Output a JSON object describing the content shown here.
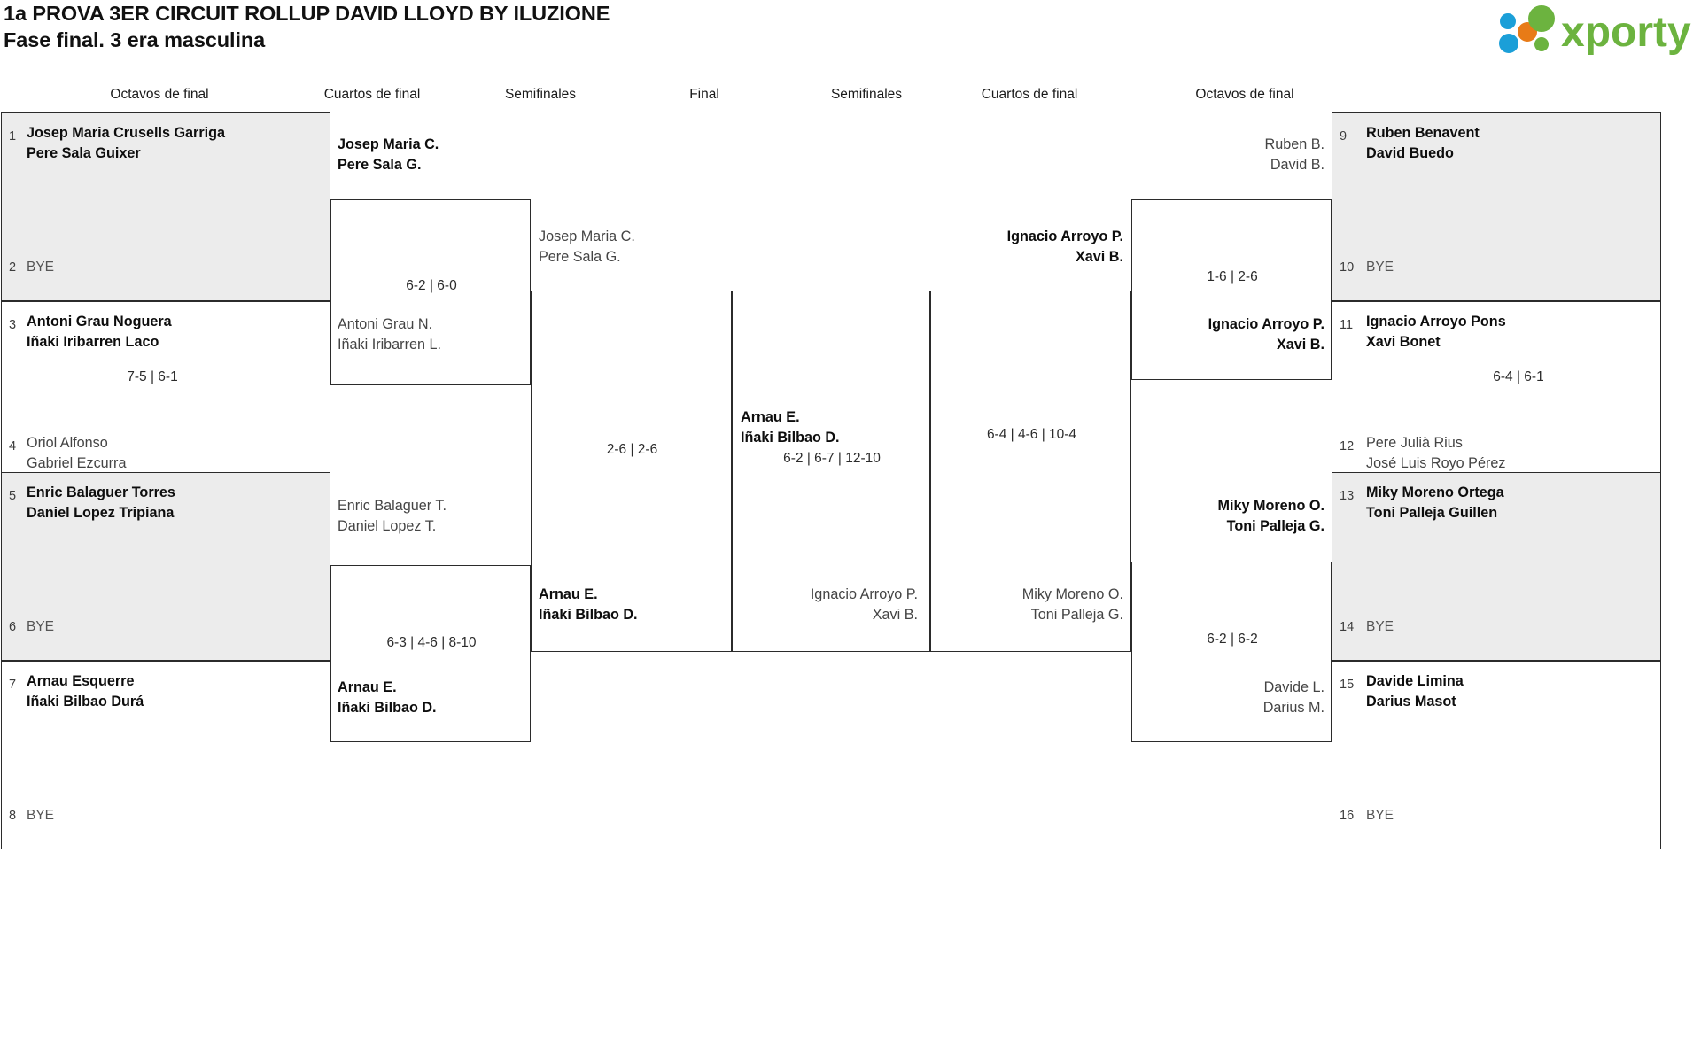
{
  "header": {
    "title_line1": "1a PROVA 3ER CIRCUIT ROLLUP DAVID LLOYD BY ILUZIONE",
    "title_line2": "Fase final. 3 era masculina",
    "logo_text": "xporty",
    "logo_colors": {
      "green": "#6cb33f",
      "blue": "#1b9fd8",
      "orange": "#e87b17"
    }
  },
  "rounds": [
    {
      "label": "Octavos de final"
    },
    {
      "label": "Cuartos de final"
    },
    {
      "label": "Semifinales"
    },
    {
      "label": "Final"
    },
    {
      "label": "Semifinales"
    },
    {
      "label": "Cuartos de final"
    },
    {
      "label": "Octavos de final"
    }
  ],
  "bye_label": "BYE",
  "left": {
    "octavos": [
      {
        "seed": "1",
        "p1": "Josep Maria Crusells Garriga",
        "p2": "Pere Sala Guixer",
        "winner": true,
        "bye": false
      },
      {
        "seed": "2",
        "p1": "BYE",
        "p2": "",
        "winner": false,
        "bye": true
      },
      {
        "seed": "3",
        "p1": "Antoni Grau Noguera",
        "p2": "Iñaki Iribarren Laco",
        "winner": true,
        "bye": false
      },
      {
        "seed": "4",
        "p1": "Oriol Alfonso",
        "p2": "Gabriel Ezcurra",
        "winner": false,
        "bye": false
      },
      {
        "seed": "5",
        "p1": "Enric Balaguer Torres",
        "p2": "Daniel Lopez Tripiana",
        "winner": true,
        "bye": false
      },
      {
        "seed": "6",
        "p1": "BYE",
        "p2": "",
        "winner": false,
        "bye": true
      },
      {
        "seed": "7",
        "p1": "Arnau Esquerre",
        "p2": "Iñaki Bilbao Durá",
        "winner": true,
        "bye": false
      },
      {
        "seed": "8",
        "p1": "BYE",
        "p2": "",
        "winner": false,
        "bye": true
      }
    ],
    "octavos_scores": [
      "",
      "7-5 | 6-1",
      "",
      ""
    ],
    "cuartos": [
      {
        "p1": "Josep Maria C.",
        "p2": "Pere Sala G.",
        "winner": true
      },
      {
        "p1": "Antoni Grau N.",
        "p2": "Iñaki Iribarren L.",
        "winner": false
      },
      {
        "p1": "Enric Balaguer T.",
        "p2": "Daniel Lopez T.",
        "winner": false
      },
      {
        "p1": "Arnau E.",
        "p2": "Iñaki Bilbao D.",
        "winner": true
      }
    ],
    "cuartos_scores": [
      "6-2 | 6-0",
      "6-3 | 4-6 | 8-10"
    ],
    "semis": [
      {
        "p1": "Josep Maria C.",
        "p2": "Pere Sala G.",
        "winner": false
      },
      {
        "p1": "Arnau E.",
        "p2": "Iñaki Bilbao D.",
        "winner": true
      }
    ],
    "semis_score": "2-6 | 2-6"
  },
  "final": {
    "champion": {
      "p1": "Arnau E.",
      "p2": "Iñaki Bilbao D."
    },
    "runner_up": {
      "p1": "Ignacio Arroyo P.",
      "p2": "Xavi B."
    },
    "score": "6-2 | 6-7 | 12-10"
  },
  "right": {
    "semis": [
      {
        "p1": "Ignacio Arroyo P.",
        "p2": "Xavi B.",
        "winner": true
      },
      {
        "p1": "Miky Moreno O.",
        "p2": "Toni Palleja G.",
        "winner": false
      }
    ],
    "semis_score": "6-4 | 4-6 | 10-4",
    "cuartos": [
      {
        "p1": "Ruben B.",
        "p2": "David B.",
        "winner": false
      },
      {
        "p1": "Ignacio Arroyo P.",
        "p2": "Xavi B.",
        "winner": true
      },
      {
        "p1": "Miky Moreno O.",
        "p2": "Toni Palleja G.",
        "winner": true
      },
      {
        "p1": "Davide L.",
        "p2": "Darius M.",
        "winner": false
      }
    ],
    "cuartos_scores": [
      "1-6 | 2-6",
      "6-2 | 6-2"
    ],
    "octavos": [
      {
        "seed": "9",
        "p1": "Ruben Benavent",
        "p2": "David Buedo",
        "winner": true,
        "bye": false
      },
      {
        "seed": "10",
        "p1": "BYE",
        "p2": "",
        "winner": false,
        "bye": true
      },
      {
        "seed": "11",
        "p1": "Ignacio Arroyo Pons",
        "p2": "Xavi Bonet",
        "winner": true,
        "bye": false
      },
      {
        "seed": "12",
        "p1": "Pere Julià Rius",
        "p2": "José Luis Royo Pérez",
        "winner": false,
        "bye": false
      },
      {
        "seed": "13",
        "p1": "Miky Moreno Ortega",
        "p2": "Toni Palleja Guillen",
        "winner": true,
        "bye": false
      },
      {
        "seed": "14",
        "p1": "BYE",
        "p2": "",
        "winner": false,
        "bye": true
      },
      {
        "seed": "15",
        "p1": "Davide Limina",
        "p2": "Darius Masot",
        "winner": true,
        "bye": false
      },
      {
        "seed": "16",
        "p1": "BYE",
        "p2": "",
        "winner": false,
        "bye": true
      }
    ],
    "octavos_scores": [
      "",
      "6-4 | 6-1",
      "",
      ""
    ]
  }
}
